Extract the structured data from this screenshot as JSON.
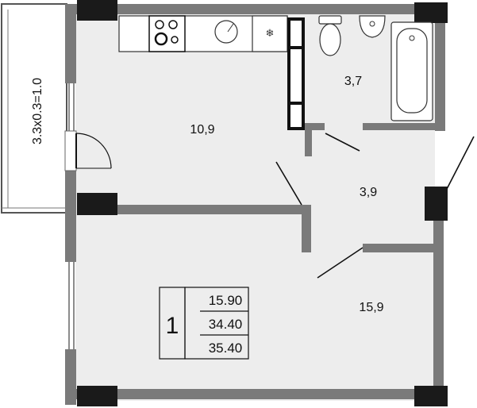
{
  "rooms": {
    "kitchen_area": "10,9",
    "bathroom_area": "3,7",
    "hall_area": "3,9",
    "bedroom_area": "15,9"
  },
  "balcony": {
    "label": "3.3x0.3=1.0"
  },
  "summary": {
    "room_count": "1",
    "living_area": "15.90",
    "total_area": "34.40",
    "total_with_balcony": "35.40"
  },
  "colors": {
    "wall": "#7a7a7a",
    "column": "#1a1a1a",
    "floor": "#ededed",
    "line": "#111111"
  },
  "icons": [
    "stove-icon",
    "sink-icon",
    "fridge-icon",
    "toilet-icon",
    "washbasin-icon",
    "bathtub-icon",
    "door-icon",
    "window-icon"
  ]
}
